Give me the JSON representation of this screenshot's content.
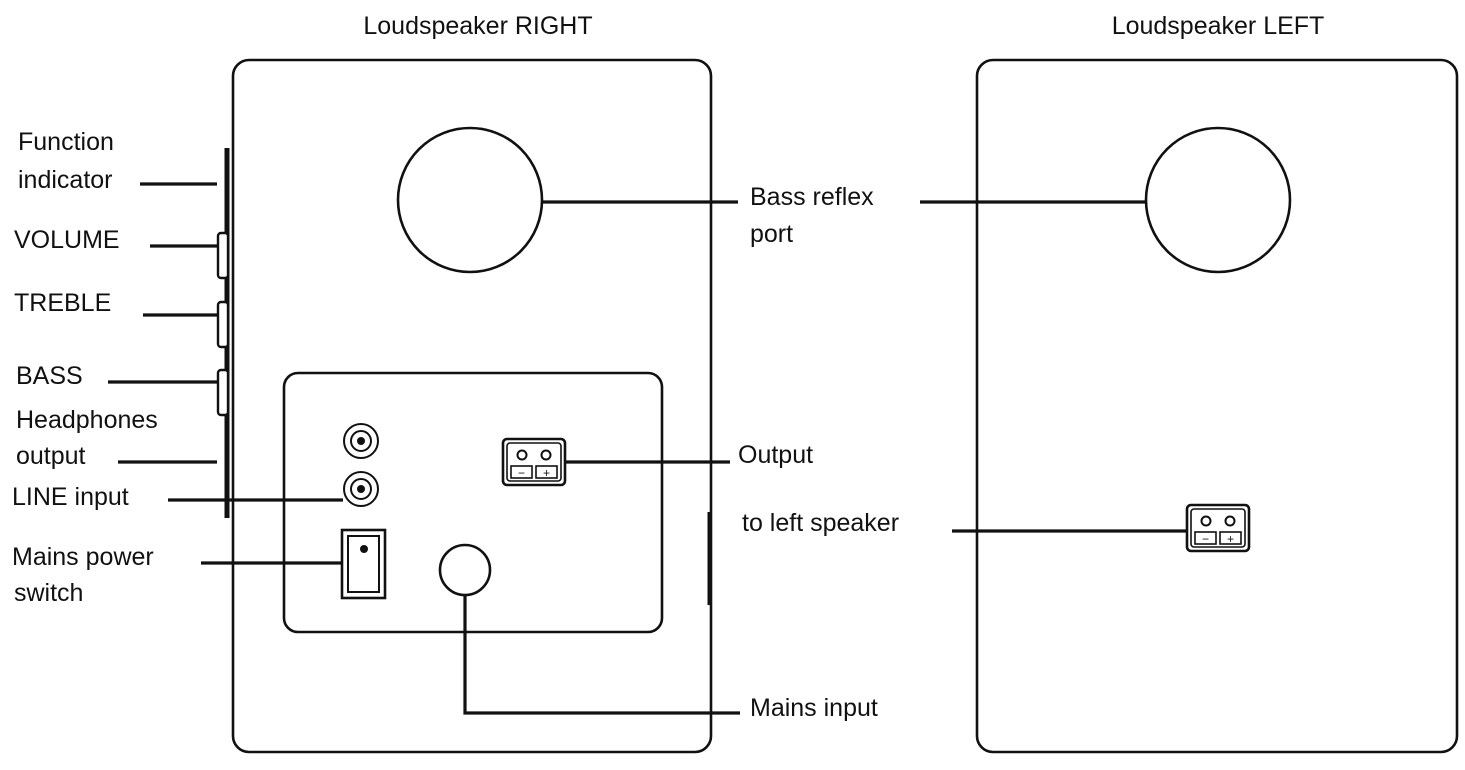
{
  "titles": {
    "right_speaker": "Loudspeaker RIGHT",
    "left_speaker": "Loudspeaker LEFT"
  },
  "labels": {
    "function_indicator_line1": "Function",
    "function_indicator_line2": "indicator",
    "volume": "VOLUME",
    "treble": "TREBLE",
    "bass": "BASS",
    "headphones_output_line1": "Headphones",
    "headphones_output_line2": "output",
    "line_input": "LINE input",
    "mains_power_switch_line1": "Mains power",
    "mains_power_switch_line2": "switch",
    "bass_reflex_port_line1": "Bass reflex",
    "bass_reflex_port_line2": "port",
    "output": "Output",
    "to_left_speaker": "to left speaker",
    "mains_input": "Mains input"
  },
  "terminal_symbols": {
    "minus": "−",
    "plus": "+"
  }
}
